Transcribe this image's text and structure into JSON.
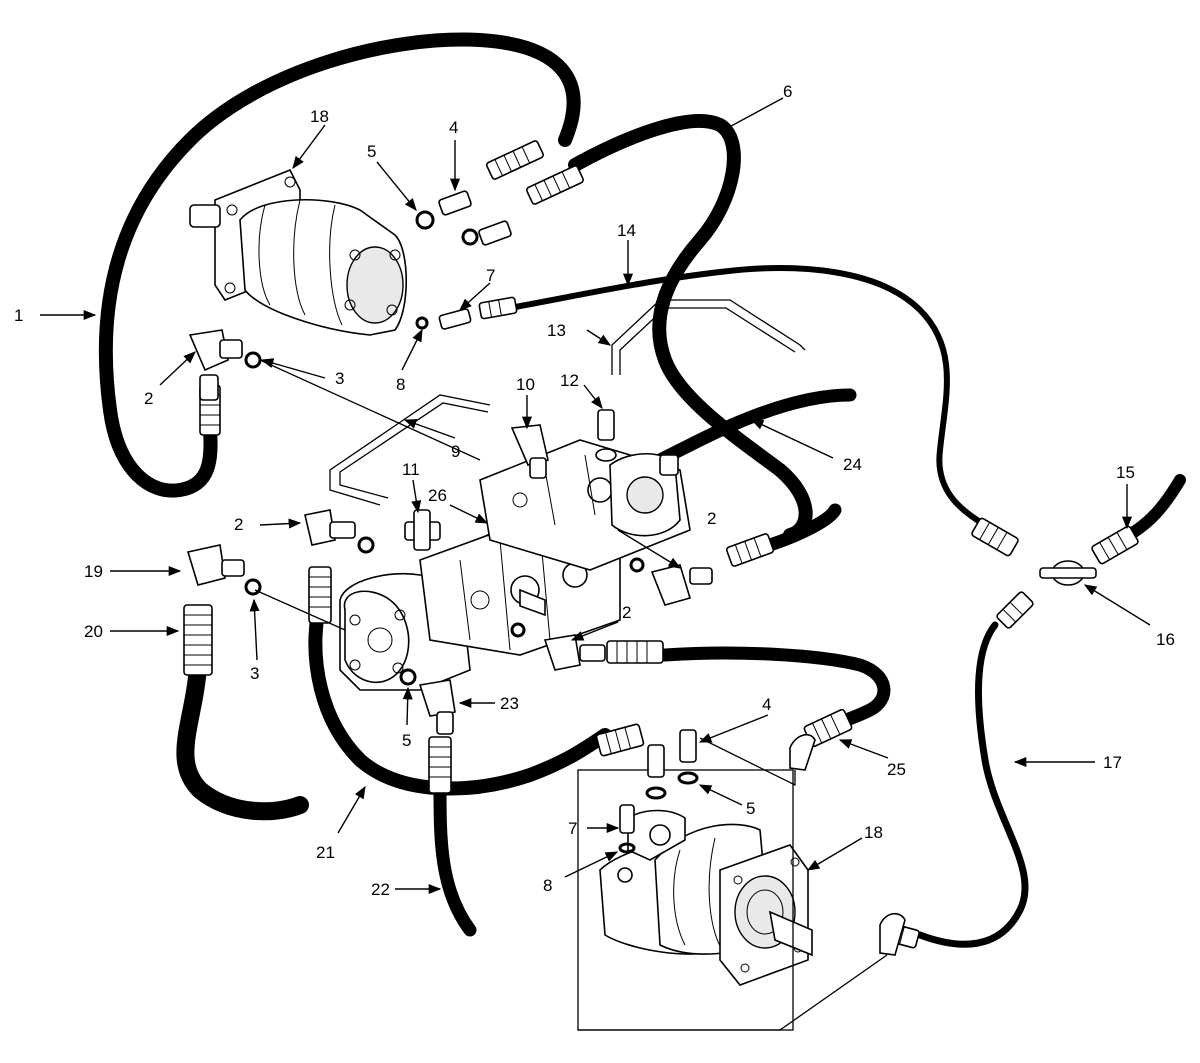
{
  "callouts": [
    {
      "id": "c1",
      "label": "1"
    },
    {
      "id": "c2a",
      "label": "2"
    },
    {
      "id": "c2b",
      "label": "2"
    },
    {
      "id": "c2c",
      "label": "2"
    },
    {
      "id": "c2d",
      "label": "2"
    },
    {
      "id": "c3a",
      "label": "3"
    },
    {
      "id": "c3b",
      "label": "3"
    },
    {
      "id": "c4a",
      "label": "4"
    },
    {
      "id": "c4b",
      "label": "4"
    },
    {
      "id": "c5a",
      "label": "5"
    },
    {
      "id": "c5b",
      "label": "5"
    },
    {
      "id": "c5c",
      "label": "5"
    },
    {
      "id": "c6",
      "label": "6"
    },
    {
      "id": "c7a",
      "label": "7"
    },
    {
      "id": "c7b",
      "label": "7"
    },
    {
      "id": "c8a",
      "label": "8"
    },
    {
      "id": "c8b",
      "label": "8"
    },
    {
      "id": "c9",
      "label": "9"
    },
    {
      "id": "c10",
      "label": "10"
    },
    {
      "id": "c11",
      "label": "11"
    },
    {
      "id": "c12",
      "label": "12"
    },
    {
      "id": "c13",
      "label": "13"
    },
    {
      "id": "c14",
      "label": "14"
    },
    {
      "id": "c15",
      "label": "15"
    },
    {
      "id": "c16",
      "label": "16"
    },
    {
      "id": "c17",
      "label": "17"
    },
    {
      "id": "c18a",
      "label": "18"
    },
    {
      "id": "c18b",
      "label": "18"
    },
    {
      "id": "c19",
      "label": "19"
    },
    {
      "id": "c20",
      "label": "20"
    },
    {
      "id": "c21",
      "label": "21"
    },
    {
      "id": "c22",
      "label": "22"
    },
    {
      "id": "c23",
      "label": "23"
    },
    {
      "id": "c24",
      "label": "24"
    },
    {
      "id": "c25",
      "label": "25"
    },
    {
      "id": "c26",
      "label": "26"
    }
  ]
}
